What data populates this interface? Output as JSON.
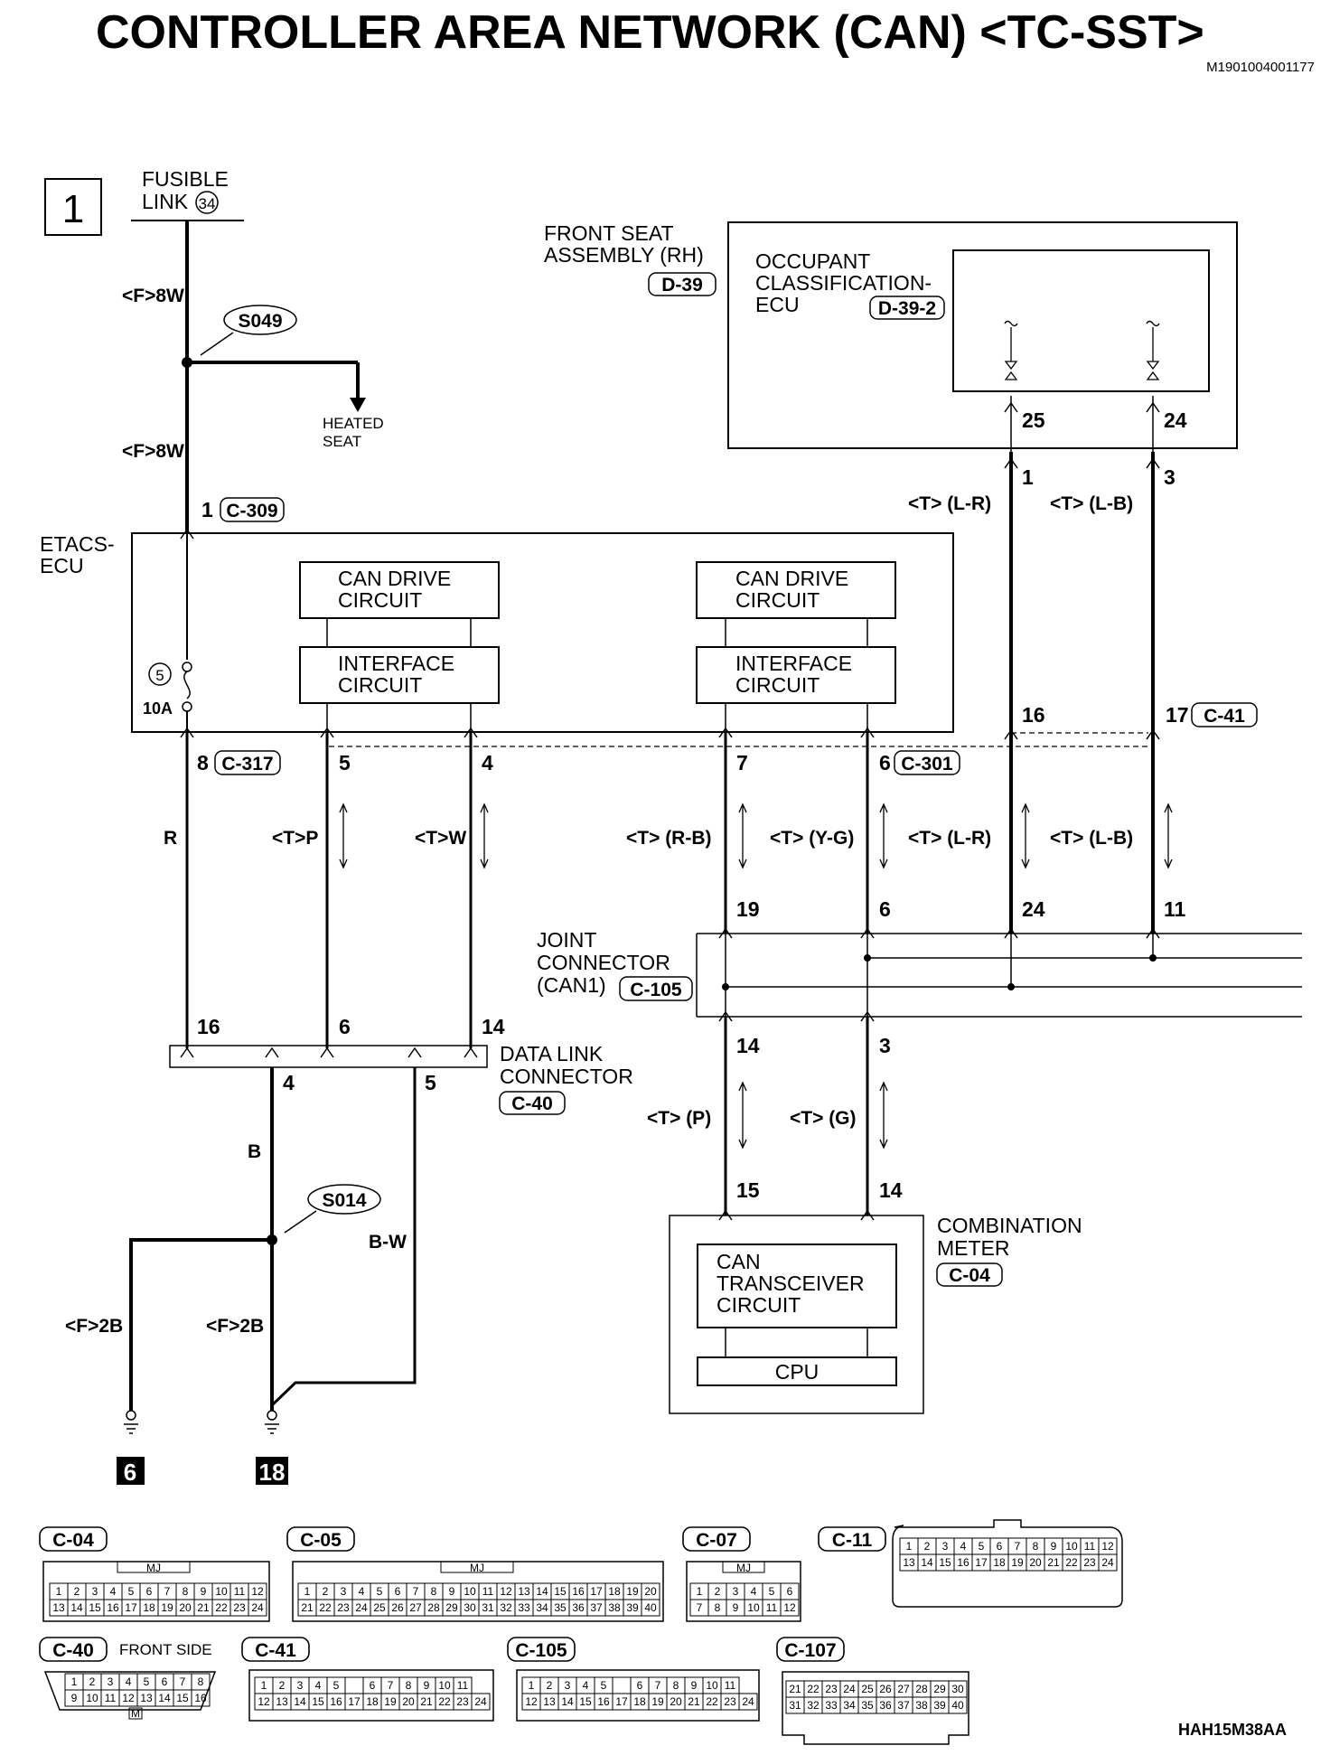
{
  "title": "CONTROLLER AREA NETWORK (CAN) <TC-SST>",
  "doc_code": "M1901004001177",
  "figure_code": "HAH15M38AA",
  "page_number": "1",
  "fusible_link": {
    "line1": "FUSIBLE",
    "line2": "LINK",
    "num": "34"
  },
  "splices": {
    "s049": "S049",
    "s014": "S014"
  },
  "heated_seat": {
    "line1": "HEATED",
    "line2": "SEAT"
  },
  "front_seat": {
    "line1": "FRONT SEAT",
    "line2": "ASSEMBLY (RH)",
    "ref": "D-39"
  },
  "occupant_ecu": {
    "line1": "OCCUPANT",
    "line2": "CLASSIFICATION-",
    "line3": "ECU",
    "ref": "D-39-2"
  },
  "etacs": {
    "line1": "ETACS-",
    "line2": "ECU",
    "fuse_num": "5",
    "fuse_amp": "10A"
  },
  "can_drive_a": {
    "line1": "CAN DRIVE",
    "line2": "CIRCUIT"
  },
  "can_drive_b": {
    "line1": "CAN DRIVE",
    "line2": "CIRCUIT"
  },
  "iface_a": {
    "line1": "INTERFACE",
    "line2": "CIRCUIT"
  },
  "iface_b": {
    "line1": "INTERFACE",
    "line2": "CIRCUIT"
  },
  "joint_conn": {
    "line1": "JOINT",
    "line2": "CONNECTOR",
    "line3": "(CAN1)",
    "ref": "C-105"
  },
  "dlc": {
    "line1": "DATA LINK",
    "line2": "CONNECTOR",
    "ref": "C-40"
  },
  "combo": {
    "line1": "COMBINATION",
    "line2": "METER",
    "ref": "C-04"
  },
  "can_trans": {
    "line1": "CAN",
    "line2": "TRANSCEIVER",
    "line3": "CIRCUIT"
  },
  "cpu": "CPU",
  "connector_refs": {
    "c309": "C-309",
    "c317": "C-317",
    "c301": "C-301",
    "c41": "C-41"
  },
  "wires": {
    "f8w_top": "<F>8W",
    "f8w_mid": "<F>8W",
    "r": "R",
    "tp": "<T>P",
    "tw": "<T>W",
    "trb": "<T> (R-B)",
    "tyg": "<T> (Y-G)",
    "tlr_mid": "<T> (L-R)",
    "tlb_mid": "<T> (L-B)",
    "tlr_top": "<T> (L-R)",
    "tlb_top": "<T> (L-B)",
    "tp2": "<T> (P)",
    "tg": "<T> (G)",
    "b": "B",
    "bw": "B-W",
    "f2b_left": "<F>2B",
    "f2b_right": "<F>2B"
  },
  "pins": {
    "p25": "25",
    "p24a": "24",
    "p1": "1",
    "p3": "3",
    "p1_c309": "1",
    "p16a": "16",
    "p17": "17",
    "p8": "8",
    "p5": "5",
    "p4": "4",
    "p7": "7",
    "p6a": "6",
    "p19": "19",
    "p6b": "6",
    "p24b": "24",
    "p11": "11",
    "p16b": "16",
    "p6c": "6",
    "p14a": "14",
    "p4b": "4",
    "p5b": "5",
    "p14b": "14",
    "p3b": "3",
    "p15": "15",
    "p14c": "14"
  },
  "grounds": {
    "g6": "6",
    "g18": "18"
  },
  "connector_views": {
    "c04": {
      "label": "C-04",
      "mj": "MJ",
      "row1": [
        "1",
        "2",
        "3",
        "4",
        "5",
        "6",
        "7",
        "8",
        "9",
        "10",
        "11",
        "12"
      ],
      "row2": [
        "13",
        "14",
        "15",
        "16",
        "17",
        "18",
        "19",
        "20",
        "21",
        "22",
        "23",
        "24"
      ]
    },
    "c05": {
      "label": "C-05",
      "mj": "MJ",
      "row1": [
        "1",
        "2",
        "3",
        "4",
        "5",
        "6",
        "7",
        "8",
        "9",
        "10",
        "11",
        "12",
        "13",
        "14",
        "15",
        "16",
        "17",
        "18",
        "19",
        "20"
      ],
      "row2": [
        "21",
        "22",
        "23",
        "24",
        "25",
        "26",
        "27",
        "28",
        "29",
        "30",
        "31",
        "32",
        "33",
        "34",
        "35",
        "36",
        "37",
        "38",
        "39",
        "40"
      ]
    },
    "c07": {
      "label": "C-07",
      "mj": "MJ",
      "row1": [
        "1",
        "2",
        "3",
        "4",
        "5",
        "6"
      ],
      "row2": [
        "7",
        "8",
        "9",
        "10",
        "11",
        "12"
      ]
    },
    "c11": {
      "label": "C-11",
      "row1": [
        "1",
        "2",
        "3",
        "4",
        "5",
        "6",
        "7",
        "8",
        "9",
        "10",
        "11",
        "12"
      ],
      "row2": [
        "13",
        "14",
        "15",
        "16",
        "17",
        "18",
        "19",
        "20",
        "21",
        "22",
        "23",
        "24"
      ]
    },
    "c40": {
      "label": "C-40",
      "side": "FRONT SIDE",
      "m": "M",
      "row1": [
        "1",
        "2",
        "3",
        "4",
        "5",
        "6",
        "7",
        "8"
      ],
      "row2": [
        "9",
        "10",
        "11",
        "12",
        "13",
        "14",
        "15",
        "16"
      ]
    },
    "c41": {
      "label": "C-41",
      "row1": [
        "1",
        "2",
        "3",
        "4",
        "5",
        "",
        "6",
        "7",
        "8",
        "9",
        "10",
        "11"
      ],
      "row2": [
        "12",
        "13",
        "14",
        "15",
        "16",
        "17",
        "18",
        "19",
        "20",
        "21",
        "22",
        "23",
        "24"
      ]
    },
    "c105": {
      "label": "C-105",
      "row1": [
        "1",
        "2",
        "3",
        "4",
        "5",
        "",
        "6",
        "7",
        "8",
        "9",
        "10",
        "11"
      ],
      "row2": [
        "12",
        "13",
        "14",
        "15",
        "16",
        "17",
        "18",
        "19",
        "20",
        "21",
        "22",
        "23",
        "24"
      ]
    },
    "c107": {
      "label": "C-107",
      "row1": [
        "21",
        "22",
        "23",
        "24",
        "25",
        "26",
        "27",
        "28",
        "29",
        "30"
      ],
      "row2": [
        "31",
        "32",
        "33",
        "34",
        "35",
        "36",
        "37",
        "38",
        "39",
        "40"
      ]
    }
  }
}
